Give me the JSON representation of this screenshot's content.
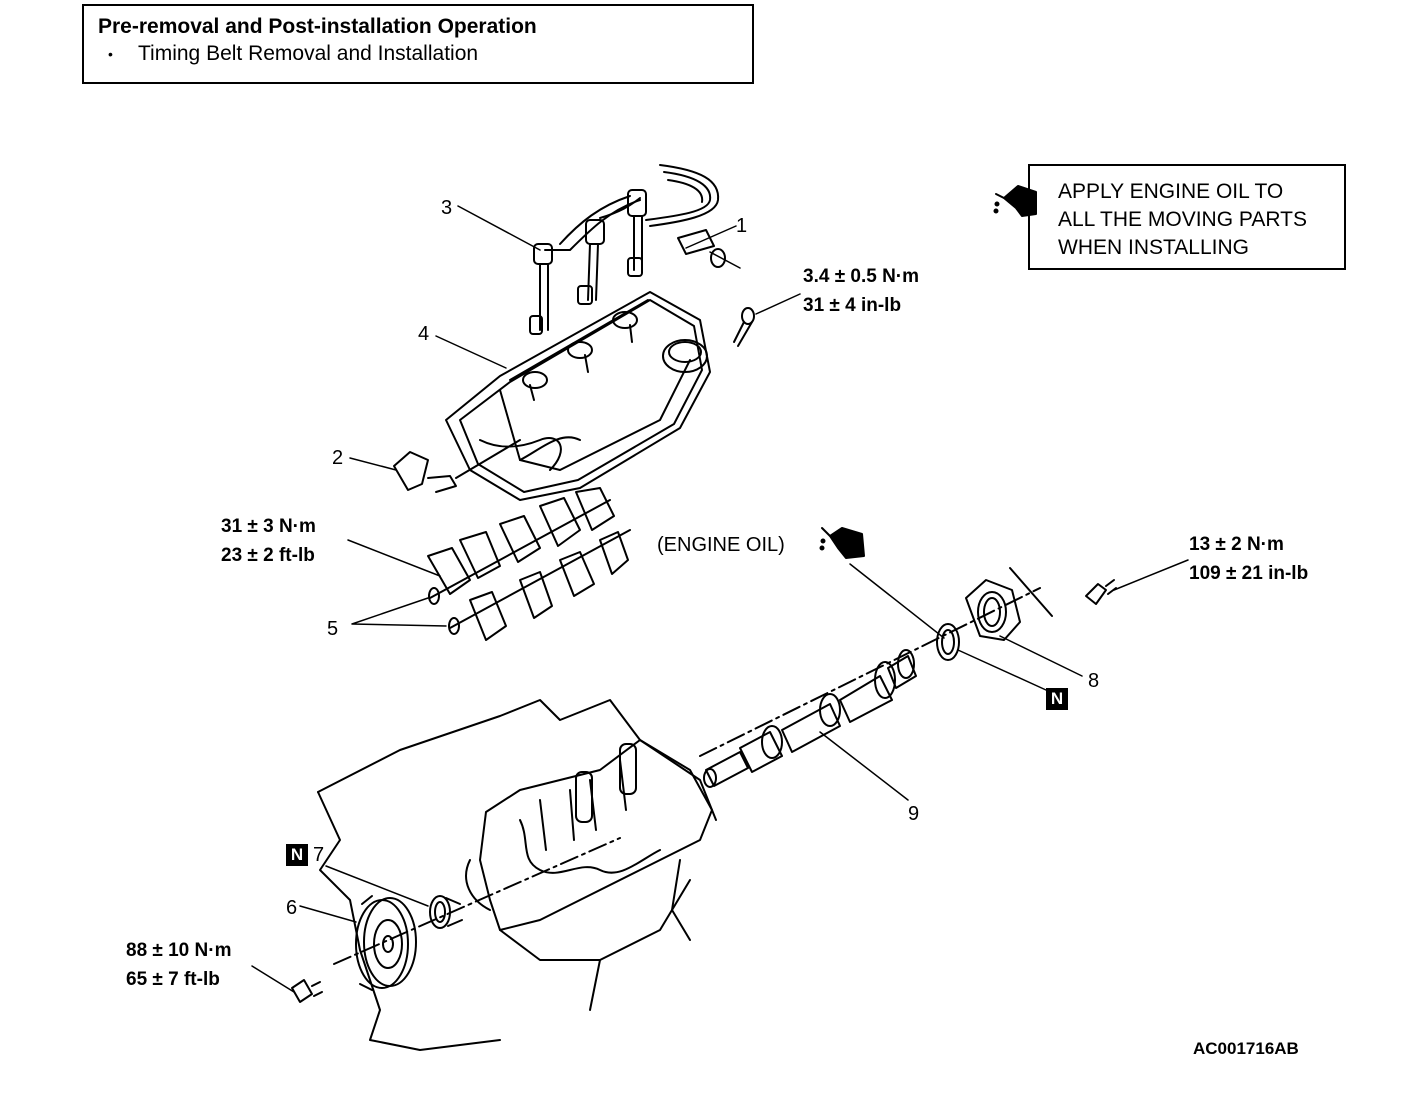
{
  "pre_box": {
    "title": "Pre-removal and Post-installation Operation",
    "bullet": "•",
    "item": "Timing Belt Removal and Installation"
  },
  "oil_note": {
    "line1": "APPLY ENGINE OIL TO",
    "line2": "ALL THE MOVING PARTS",
    "line3": "WHEN INSTALLING",
    "icon": "oil-can-icon"
  },
  "engine_oil_label": "(ENGINE OIL)",
  "callouts": {
    "c1": "1",
    "c2": "2",
    "c3": "3",
    "c4": "4",
    "c5": "5",
    "c6": "6",
    "c7": "7",
    "c8": "8",
    "c9": "9"
  },
  "torques": {
    "cover_bolt_nm": "3.4 ± 0.5 N·m",
    "cover_bolt_in": "31 ± 4 in-lb",
    "rocker_nm": "31 ± 3 N·m",
    "rocker_ft": "23 ± 2 ft-lb",
    "thrust_nm": "13 ± 2 N·m",
    "thrust_in": "109 ± 21 in-lb",
    "sprocket_nm": "88 ± 10 N·m",
    "sprocket_ft": "65 ± 7 ft-lb"
  },
  "n_mark": "N",
  "figure_id": "AC001716AB"
}
